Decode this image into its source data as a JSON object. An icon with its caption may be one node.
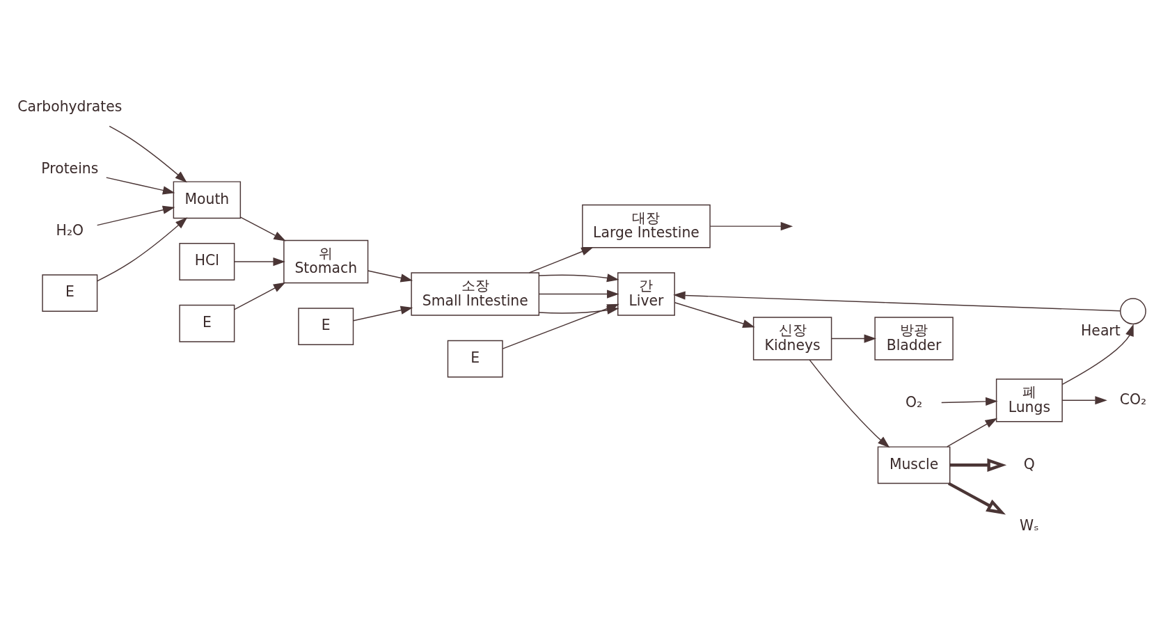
{
  "diagram": {
    "nodes": [
      {
        "text": [
          "Carbohydrates"
        ]
      },
      {
        "text": [
          "Proteins"
        ]
      },
      {
        "text": [
          "H₂O"
        ]
      },
      {
        "text": [
          "Mouth"
        ]
      },
      {
        "text": [
          "E"
        ]
      },
      {
        "text": [
          "위",
          "Stomach"
        ]
      },
      {
        "text": [
          "HCl"
        ]
      },
      {
        "text": [
          "E"
        ]
      },
      {
        "text": [
          "E"
        ]
      },
      {
        "text": [
          "소장",
          "Small Intestine"
        ]
      },
      {
        "text": [
          "대장",
          "Large Intestine"
        ]
      },
      {
        "text": [],
        "shape": "circle",
        "beside": [
          "Heart"
        ]
      },
      {
        "text": [
          "E"
        ]
      },
      {
        "text": [
          "간",
          "Liver"
        ]
      },
      {
        "text": [
          "신장",
          "Kidneys"
        ]
      },
      {
        "text": [
          "방광",
          "Bladder"
        ]
      },
      {
        "text": [
          "폐",
          "Lungs"
        ]
      },
      {
        "text": [
          "O₂"
        ]
      },
      {
        "text": [
          "CO₂"
        ]
      },
      {
        "text": [
          "Muscle"
        ]
      },
      {
        "text": [
          "Q"
        ]
      },
      {
        "text": [
          "Wₛ"
        ]
      }
    ],
    "edges": [
      {
        "from": 0,
        "to": 3,
        "arrow": "to"
      },
      {
        "from": 1,
        "to": 3,
        "arrow": "to"
      },
      {
        "from": 2,
        "to": 3,
        "arrow": "to"
      },
      {
        "from": 4,
        "to": 3,
        "arrow": "to"
      },
      {
        "from": 3,
        "to": 5,
        "arrow": "to"
      },
      {
        "from": 6,
        "to": 5,
        "arrow": "to"
      },
      {
        "from": 7,
        "to": 5,
        "arrow": "to"
      },
      {
        "from": 5,
        "to": 9,
        "arrow": "to"
      },
      {
        "from": 8,
        "to": 9,
        "arrow": "to"
      },
      {
        "from": 9,
        "to": 10,
        "arrow": "to"
      },
      {
        "from": 10,
        "to": null,
        "arrow": "to"
      },
      {
        "from": 9,
        "to": 13,
        "arrow": "to"
      },
      {
        "from": 9,
        "to": 13,
        "arrow": "to"
      },
      {
        "from": 9,
        "to": 13,
        "arrow": "to"
      },
      {
        "from": 11,
        "to": 13,
        "arrow": "to"
      },
      {
        "from": 12,
        "to": 13,
        "arrow": "to"
      },
      {
        "from": 13,
        "to": 14,
        "arrow": "to"
      },
      {
        "from": 14,
        "to": 15,
        "arrow": "to"
      },
      {
        "from": 14,
        "to": 19,
        "arrow": "to"
      },
      {
        "from": 19,
        "to": 16,
        "arrow": "to"
      },
      {
        "from": 16,
        "to": 11,
        "arrow": "to"
      },
      {
        "from": 17,
        "to": 16,
        "arrow": "to"
      },
      {
        "from": 16,
        "to": 18,
        "arrow": "to"
      },
      {
        "from": 19,
        "to": 20,
        "arrow": "to",
        "style": "thick"
      },
      {
        "from": 19,
        "to": 21,
        "arrow": "to",
        "style": "thick"
      }
    ]
  }
}
